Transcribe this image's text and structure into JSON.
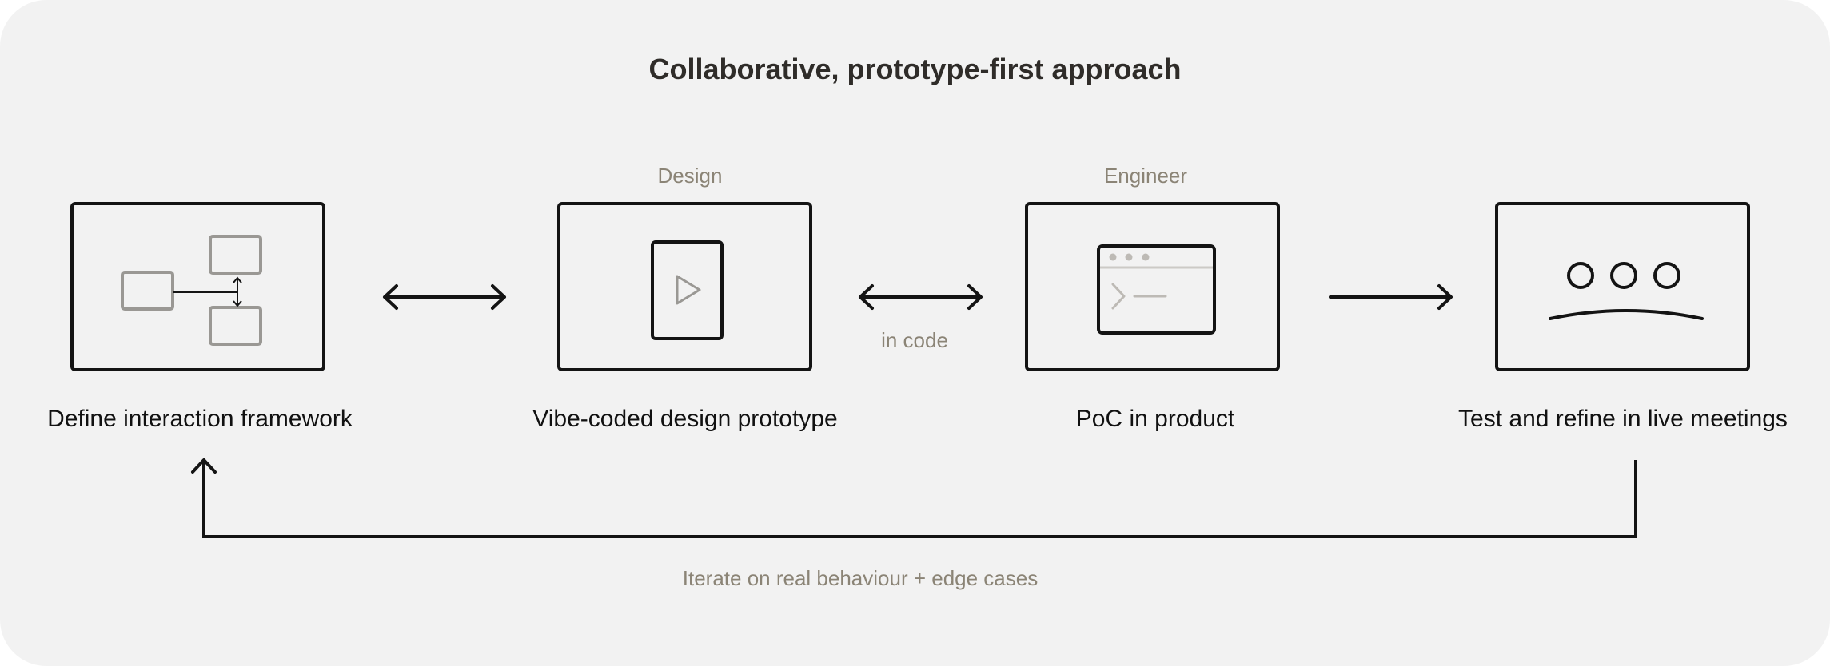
{
  "title": "Collaborative, prototype-first approach",
  "steps": [
    {
      "label": "Define interaction framework",
      "role": "",
      "icon": "flow-diagram-icon"
    },
    {
      "label": "Vibe-coded design prototype",
      "role": "Design",
      "icon": "play-tablet-icon"
    },
    {
      "label": "PoC in product",
      "role": "Engineer",
      "icon": "terminal-window-icon"
    },
    {
      "label": "Test and refine in live meetings",
      "role": "",
      "icon": "meeting-faces-icon"
    }
  ],
  "connectors": [
    {
      "type": "bidirectional",
      "note": ""
    },
    {
      "type": "bidirectional",
      "note": "in code"
    },
    {
      "type": "forward",
      "note": ""
    }
  ],
  "loop": {
    "note": "Iterate on real behaviour + edge cases"
  },
  "colors": {
    "background": "#f2f2f2",
    "stroke": "#141414",
    "muted": "#8b8476",
    "icon_gray": "#9a9894"
  }
}
